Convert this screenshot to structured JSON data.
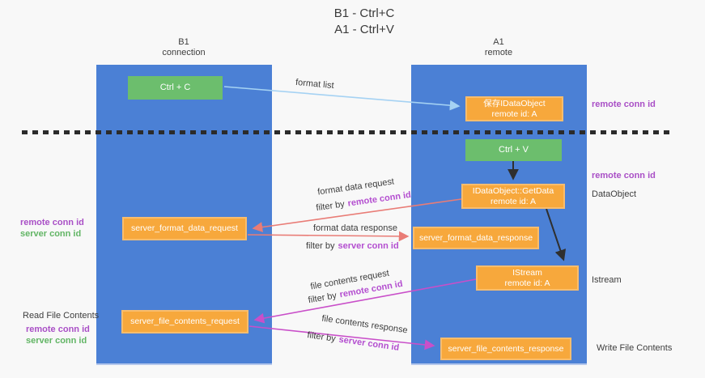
{
  "title": {
    "line1": "B1 - Ctrl+C",
    "line2": "A1 - Ctrl+V"
  },
  "lanes": {
    "left": {
      "name": "B1",
      "sub": "connection"
    },
    "right": {
      "name": "A1",
      "sub": "remote"
    }
  },
  "boxes": {
    "ctrl_c": "Ctrl + C",
    "save_idataobject": {
      "line1": "保存IDataObject",
      "line2": "remote id: A"
    },
    "ctrl_v": "Ctrl + V",
    "getdata": {
      "line1": "IDataObject::GetData",
      "line2": "remote id: A"
    },
    "format_request": "server_format_data_request",
    "format_response": "server_format_data_response",
    "istream": {
      "line1": "IStream",
      "line2": "remote id: A"
    },
    "file_request": "server_file_contents_request",
    "file_response": "server_file_contents_response"
  },
  "labels": {
    "format_list": "format list",
    "format_data_request": "format data request",
    "format_data_response": "format data response",
    "file_contents_request": "file contents request",
    "file_contents_response": "file contents response",
    "filter_by": "filter by",
    "remote_conn_id": "remote conn id",
    "server_conn_id": "server conn id",
    "dataobject": "DataObject",
    "istream_side": "Istream",
    "read_file_contents": "Read File Contents",
    "write_file_contents": "Write File Contents"
  },
  "colors": {
    "lane_blue": "#4b80d5",
    "node_green": "#6cbe6d",
    "node_orange": "#f7a83c",
    "arrow_light_blue": "#a5d2f3",
    "arrow_black": "#2f2f2f",
    "arrow_salmon": "#e97c76",
    "arrow_magenta": "#c94fc9",
    "text_purple": "#a94fc6",
    "text_green": "#62b565",
    "background": "#f8f8f8"
  }
}
